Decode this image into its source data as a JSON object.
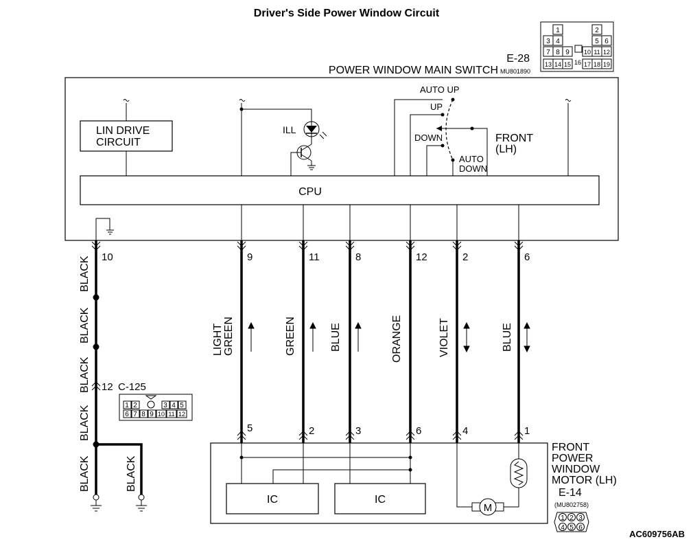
{
  "title": "Driver's Side Power Window Circuit",
  "main_switch": {
    "code": "E-28",
    "name": "POWER WINDOW MAIN SWITCH",
    "part_no": "MU801890",
    "connector_pins": [
      "1",
      "2",
      "3",
      "4",
      "5",
      "6",
      "7",
      "8",
      "9",
      "10",
      "11",
      "12",
      "13",
      "14",
      "15",
      "16",
      "17",
      "18",
      "19"
    ]
  },
  "lin_drive_line1": "LIN DRIVE",
  "lin_drive_line2": "CIRCUIT",
  "ill_label": "ILL",
  "cpu_label": "CPU",
  "switch_labels": {
    "auto_up": "AUTO UP",
    "up": "UP",
    "down": "DOWN",
    "auto_down_1": "AUTO",
    "auto_down_2": "DOWN",
    "front_1": "FRONT",
    "front_2": "(LH)"
  },
  "pins_top": [
    "10",
    "9",
    "11",
    "8",
    "12",
    "2",
    "6"
  ],
  "pins_bottom": [
    "5",
    "2",
    "3",
    "6",
    "4",
    "1"
  ],
  "ground_wire_labels": [
    "BLACK",
    "BLACK",
    "BLACK",
    "BLACK",
    "BLACK"
  ],
  "ground_branch_label": "BLACK",
  "c125": {
    "pin": "12",
    "code": "C-125",
    "pins": [
      "1",
      "2",
      "3",
      "4",
      "5",
      "6",
      "7",
      "8",
      "9",
      "10",
      "11",
      "12"
    ]
  },
  "wire_labels": {
    "w9_line1": "LIGHT",
    "w9_line2": "GREEN",
    "w11": "GREEN",
    "w8": "BLUE",
    "w12": "ORANGE",
    "w2": "VIOLET",
    "w6": "BLUE"
  },
  "ic_labels": [
    "IC",
    "IC"
  ],
  "motor": {
    "name_lines": [
      "FRONT",
      "POWER",
      "WINDOW",
      "MOTOR (LH)"
    ],
    "code": "E-14",
    "part_no": "(MU802758)",
    "pins": [
      "1",
      "2",
      "3",
      "4",
      "5",
      "6"
    ],
    "symbol": "M"
  },
  "figure_id": "AC609756AB"
}
